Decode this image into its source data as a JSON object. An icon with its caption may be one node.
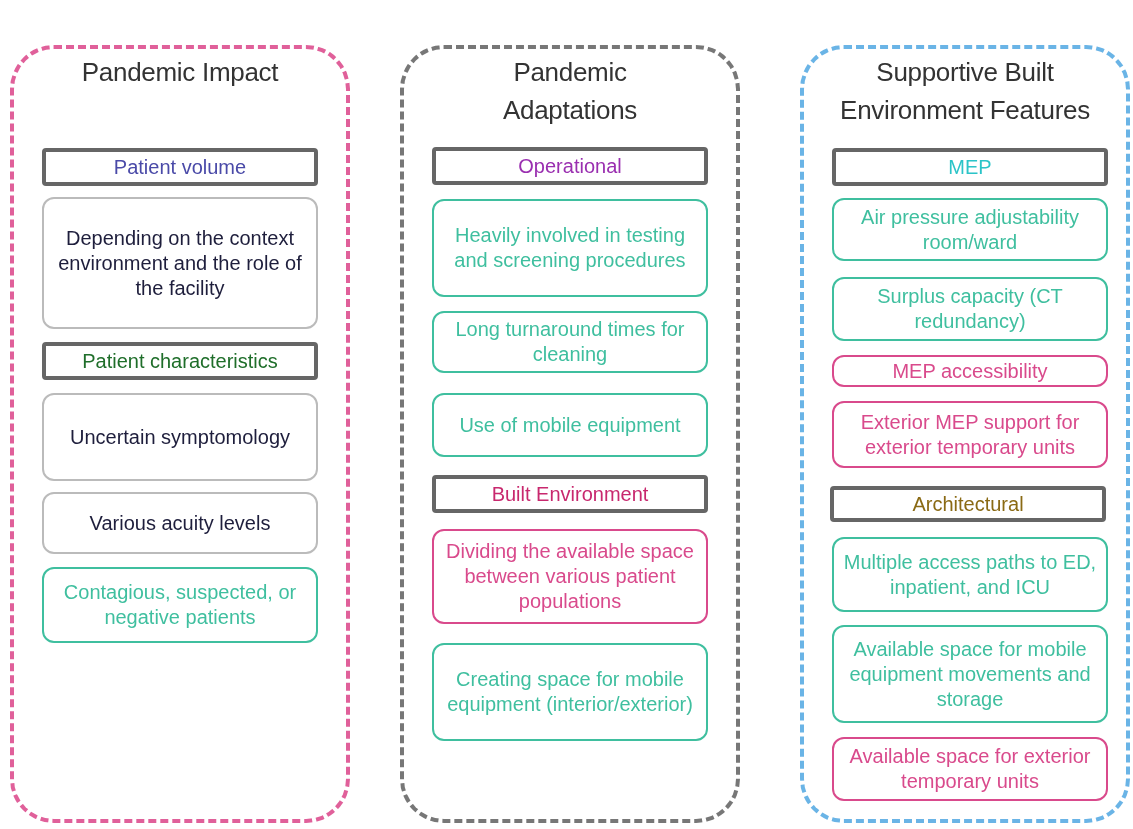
{
  "diagram": {
    "nodes": [
      {
        "text": [
          "Pandemic Impact"
        ]
      },
      {
        "text": [
          "Patient volume"
        ],
        "in": 0
      },
      {
        "text": [
          "Depending on the context environment and the role of the facility"
        ],
        "in": 0
      },
      {
        "text": [
          "Patient characteristics"
        ],
        "in": 0
      },
      {
        "text": [
          "Uncertain symptomology"
        ],
        "in": 0
      },
      {
        "text": [
          "Various acuity levels"
        ],
        "in": 0
      },
      {
        "text": [
          "Contagious, suspected, or negative patients"
        ],
        "in": 0
      },
      {
        "text": [
          "Pandemic Adaptations"
        ]
      },
      {
        "text": [
          "Operational"
        ],
        "in": 7
      },
      {
        "text": [
          "Heavily involved in testing and screening procedures"
        ],
        "in": 7
      },
      {
        "text": [
          "Long turnaround times for cleaning"
        ],
        "in": 7
      },
      {
        "text": [
          "Use of mobile equipment"
        ],
        "in": 7
      },
      {
        "text": [
          "Built Environment"
        ],
        "in": 7
      },
      {
        "text": [
          "Dividing the available space between various patient populations"
        ],
        "in": 7
      },
      {
        "text": [
          "Creating space for mobile equipment (interior/exterior)"
        ],
        "in": 7
      },
      {
        "text": [
          "Supportive Built Environment Features"
        ]
      },
      {
        "text": [
          "MEP"
        ],
        "in": 15
      },
      {
        "text": [
          "Air pressure adjustability room/ward"
        ],
        "in": 15
      },
      {
        "text": [
          "Surplus capacity (CT redundancy)"
        ],
        "in": 15
      },
      {
        "text": [
          "MEP accessibility"
        ],
        "in": 15
      },
      {
        "text": [
          "Exterior MEP support for exterior temporary units"
        ],
        "in": 15
      },
      {
        "text": [
          "Architectural"
        ],
        "in": 15
      },
      {
        "text": [
          "Multiple access paths to ED, inpatient, and ICU"
        ],
        "in": 15
      },
      {
        "text": [
          "Available space for mobile equipment movements and storage"
        ],
        "in": 15
      },
      {
        "text": [
          "Available space for exterior temporary units"
        ],
        "in": 15
      }
    ]
  }
}
